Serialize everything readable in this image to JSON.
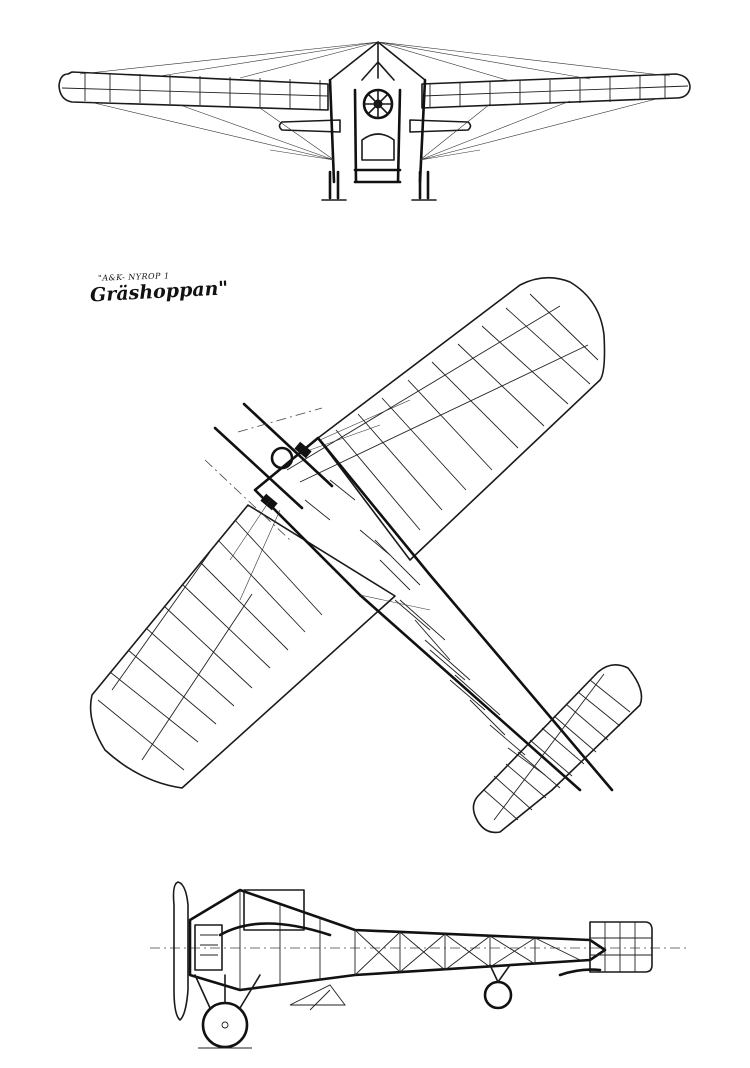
{
  "title": {
    "maker": "\"A&K- NYROP 1",
    "name": "Gräshoppan\""
  },
  "views": [
    "front",
    "plan",
    "side"
  ],
  "colors": {
    "ink": "#1a1a1a",
    "paper": "#ffffff"
  }
}
